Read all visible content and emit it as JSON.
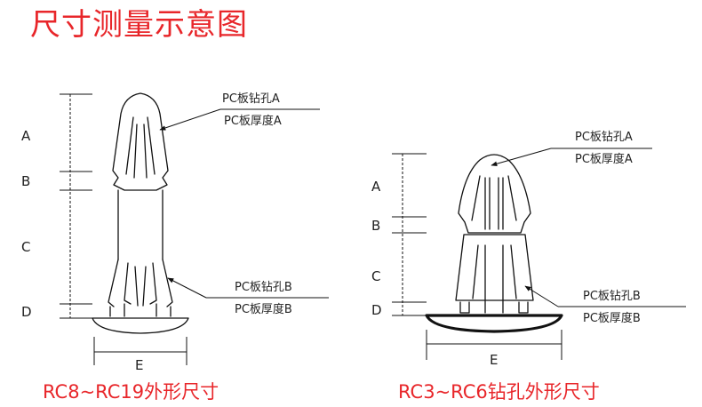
{
  "title": "尺寸测量示意图",
  "dimension_letters": {
    "a": "A",
    "b": "B",
    "c": "C",
    "d": "D",
    "e": "E"
  },
  "callouts": {
    "hole_a": "PC板钻孔A",
    "thickness_a": "PC板厚度A",
    "hole_b": "PC板钻孔B",
    "thickness_b": "PC板厚度B"
  },
  "captions": {
    "left": "RC8~RC19外形尺寸",
    "right": "RC3~RC6钻孔外形尺寸"
  }
}
